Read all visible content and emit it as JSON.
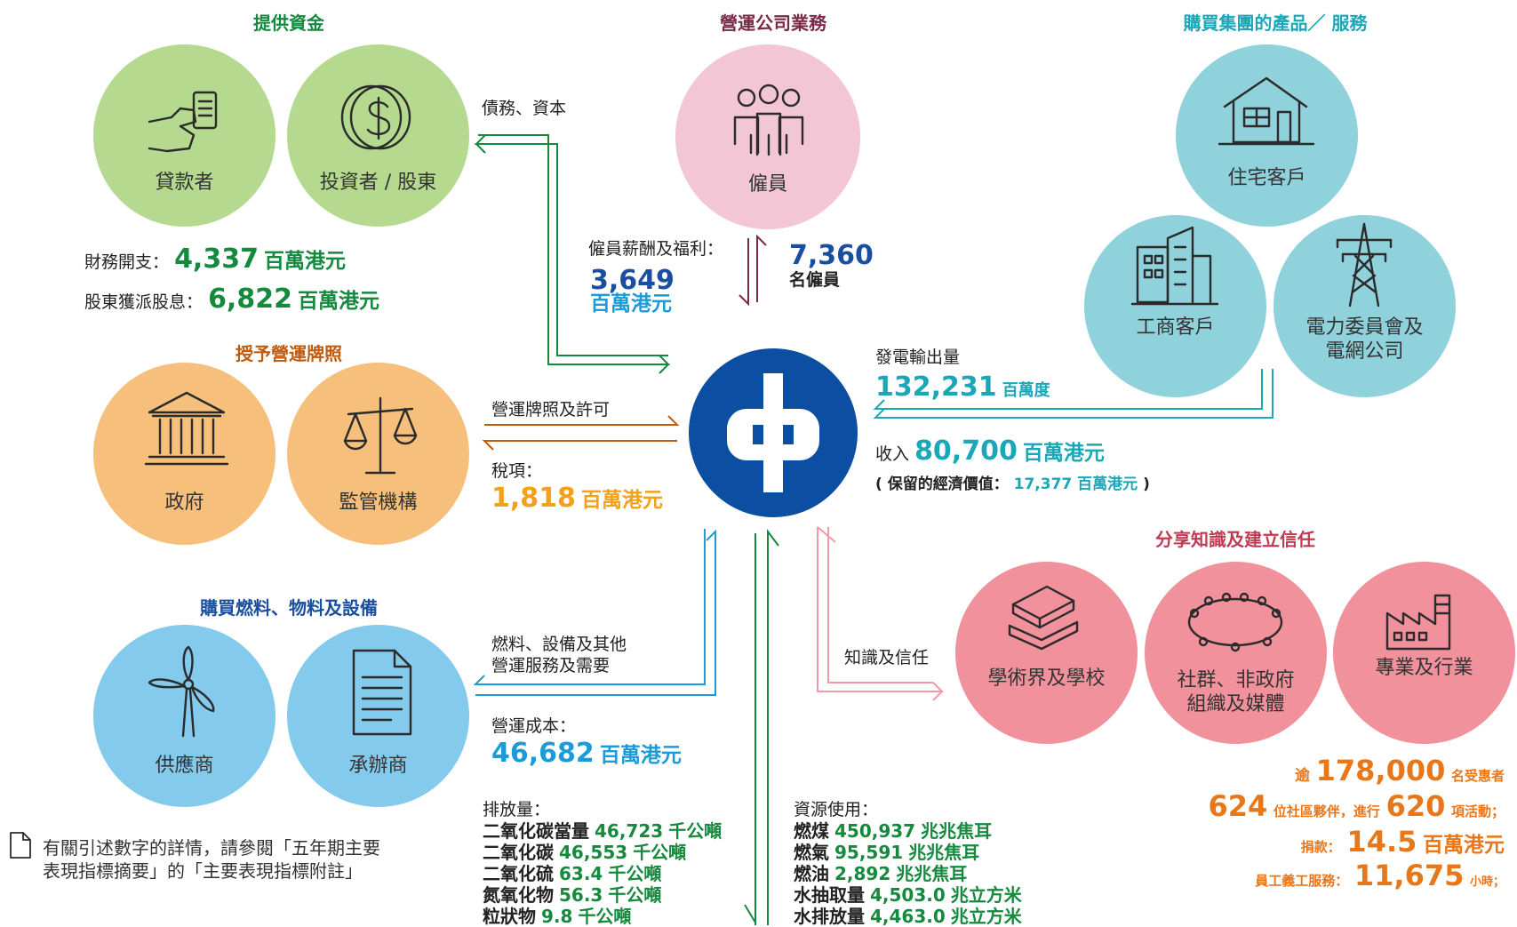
{
  "colors": {
    "green": "#158a3e",
    "dark_green": "#2e7d32",
    "maroon": "#7a2946",
    "blue_text": "#1a4fa0",
    "teal": "#1aa7b8",
    "orange": "#f5a01a",
    "orange_dark": "#c05a0f",
    "sky": "#1b9bd7",
    "pink": "#f08c98",
    "pink_line": "#ef9aa6",
    "circle_green": "#b5d98e",
    "circle_pink_light": "#f2c6d4",
    "circle_teal": "#8fd2dc",
    "circle_orange": "#f6c07c",
    "circle_blue": "#84caed",
    "circle_pink": "#f0919c",
    "logo_blue": "#0b4ea2"
  },
  "headings": {
    "funding": "提供資金",
    "operations": "營運公司業務",
    "purchase": "購買集團的產品／ 服務",
    "license": "授予營運牌照",
    "fuel": "購買燃料、物料及設備",
    "knowledge": "分享知識及建立信任"
  },
  "stakeholders": {
    "lenders": "貸款者",
    "investors": "投資者 / 股東",
    "employees": "僱員",
    "residential": "住宅客戶",
    "commercial": "工商客戶",
    "power_grid_line1": "電力委員會及",
    "power_grid_line2": "電網公司",
    "government": "政府",
    "regulators": "監管機構",
    "suppliers": "供應商",
    "contractors": "承辦商",
    "academia": "學術界及學校",
    "community_line1": "社群、非政府",
    "community_line2": "組織及媒體",
    "professional": "專業及行業"
  },
  "funding": {
    "debt_capital": "債務、資本",
    "finance_cost_label": "財務開支：",
    "finance_cost_value": "4,337",
    "finance_cost_unit": "百萬港元",
    "dividend_label": "股東獲派股息：",
    "dividend_value": "6,822",
    "dividend_unit": "百萬港元"
  },
  "employees": {
    "comp_label": "僱員薪酬及福利：",
    "comp_value": "3,649",
    "comp_unit": "百萬港元",
    "count_value": "7,360",
    "count_unit": "名僱員"
  },
  "customers": {
    "output_label": "發電輸出量",
    "output_value": "132,231",
    "output_unit": "百萬度",
    "revenue_label": "收入",
    "revenue_value": "80,700",
    "revenue_unit": "百萬港元",
    "retained_open": "( 保留的經濟價值：",
    "retained_value": "17,377",
    "retained_unit": "百萬港元",
    "retained_close": ")"
  },
  "license": {
    "permit_label": "營運牌照及許可",
    "tax_label": "稅項：",
    "tax_value": "1,818",
    "tax_unit": "百萬港元"
  },
  "fuel": {
    "desc_line1": "燃料、設備及其他",
    "desc_line2": "營運服務及需要",
    "cost_label": "營運成本：",
    "cost_value": "46,682",
    "cost_unit": "百萬港元"
  },
  "knowledge": {
    "label": "知識及信任"
  },
  "community": {
    "beneficiaries_prefix": "逾",
    "beneficiaries_value": "178,000",
    "beneficiaries_unit": "名受惠者",
    "partners_value": "624",
    "partners_text": "位社區夥伴，進行",
    "activities_value": "620",
    "activities_unit": "項活動；",
    "donation_label": "捐款：",
    "donation_value": "14.5",
    "donation_unit": "百萬港元",
    "volunteer_label": "員工義工服務：",
    "volunteer_value": "11,675",
    "volunteer_unit": "小時；"
  },
  "emissions": {
    "title": "排放量：",
    "items": [
      {
        "name": "二氧化碳當量",
        "value": "46,723",
        "unit": "千公噸"
      },
      {
        "name": "二氧化碳",
        "value": "46,553",
        "unit": "千公噸"
      },
      {
        "name": "二氧化硫",
        "value": "63.4",
        "unit": "千公噸"
      },
      {
        "name": "氮氧化物",
        "value": "56.3",
        "unit": "千公噸"
      },
      {
        "name": "粒狀物",
        "value": "9.8",
        "unit": "千公噸"
      }
    ]
  },
  "resources": {
    "title": "資源使用：",
    "items": [
      {
        "name": "燃煤",
        "value": "450,937",
        "unit": "兆兆焦耳"
      },
      {
        "name": "燃氣",
        "value": "95,591",
        "unit": "兆兆焦耳"
      },
      {
        "name": "燃油",
        "value": "2,892",
        "unit": "兆兆焦耳"
      },
      {
        "name": "水抽取量",
        "value": "4,503.0",
        "unit": "兆立方米"
      },
      {
        "name": "水排放量",
        "value": "4,463.0",
        "unit": "兆立方米"
      }
    ]
  },
  "footnote": {
    "line1": "有關引述數字的詳情，請參閱「五年期主要",
    "line2": "表現指標摘要」的「主要表現指標附註」"
  }
}
